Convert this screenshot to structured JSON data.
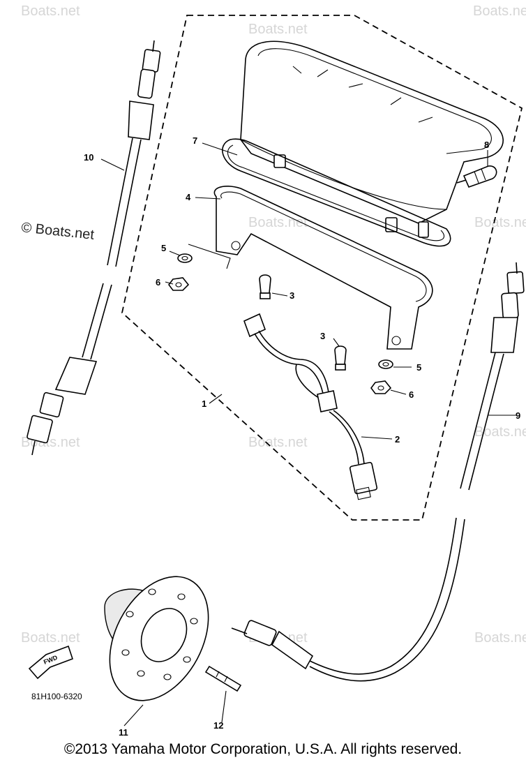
{
  "diagram": {
    "callouts": [
      "1",
      "2",
      "3",
      "3",
      "4",
      "5",
      "5",
      "6",
      "6",
      "7",
      "8",
      "9",
      "10",
      "11",
      "12"
    ],
    "part_code": "81H100-6320",
    "front_arrow_label": "FWD",
    "watermark": "Boats.net",
    "watermark_prominent": "© Boats.net",
    "copyright": "©2013 Yamaha Motor Corporation, U.S.A. All rights reserved."
  }
}
